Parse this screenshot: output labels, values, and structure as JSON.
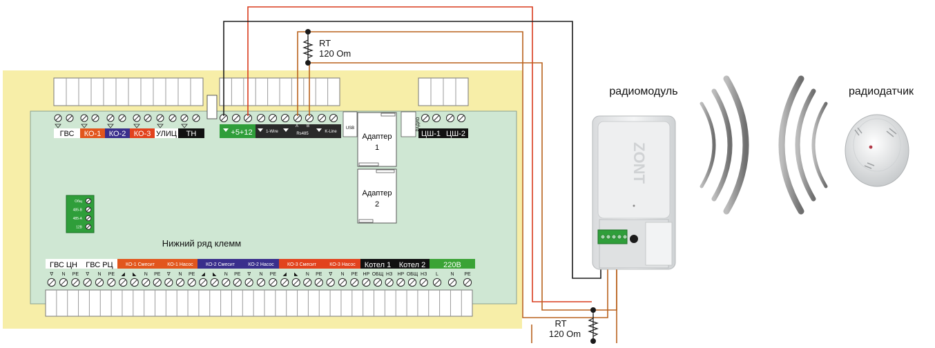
{
  "labels": {
    "rt_top": "RT",
    "rt_top_value": "120 Om",
    "rt_bottom": "RT",
    "rt_bottom_value": "120 Om",
    "radiomodule": "радиомодуль",
    "radiosensor": "радиодатчик",
    "bottom_row": "Нижний ряд клемм",
    "adapter1": "Адаптер",
    "adapter1_num": "1",
    "adapter2": "Адаптер",
    "adapter2_num": "2",
    "radio": "РАДИО",
    "usb": "USB",
    "device_logo": "ZONT"
  },
  "top_terminals": {
    "gvs": "ГВС",
    "ko1": "КО-1",
    "ko2": "КО-2",
    "ko3": "КО-3",
    "ulic": "УЛИЦ",
    "tn": "ТН",
    "power": "+5+12",
    "onewire": "1-Wire",
    "rs485_a": "A",
    "rs485_b": "B",
    "rs485": "Rs485",
    "kline": "K-Line",
    "csh1": "ЦШ-1",
    "csh2": "ЦШ-2"
  },
  "left_block": [
    "Общ",
    "485-B",
    "485-A",
    "12В"
  ],
  "bottom_groups": [
    {
      "label": "ГВС ЦН",
      "color": "#ffffff",
      "text": "#000000"
    },
    {
      "label": "ГВС РЦ",
      "color": "#ffffff",
      "text": "#000000"
    },
    {
      "label": "КО-1 Смесит",
      "color": "#e2561d",
      "text": "#ffffff"
    },
    {
      "label": "КО-1 Насос",
      "color": "#e2561d",
      "text": "#ffffff"
    },
    {
      "label": "КО-2 Смесит",
      "color": "#3a2f8c",
      "text": "#ffffff"
    },
    {
      "label": "КО-2 Насос",
      "color": "#3a2f8c",
      "text": "#ffffff"
    },
    {
      "label": "КО-3 Смесит",
      "color": "#e2421d",
      "text": "#ffffff"
    },
    {
      "label": "КО-3 Насос",
      "color": "#e2421d",
      "text": "#ffffff"
    },
    {
      "label": "Котел 1",
      "color": "#111111",
      "text": "#ffffff"
    },
    {
      "label": "Котел 2",
      "color": "#111111",
      "text": "#ffffff"
    },
    {
      "label": "220В",
      "color": "#3aa335",
      "text": "#ffffff"
    }
  ],
  "bottom_pins": {
    "gvs_cn": [
      "∇",
      "N",
      "PE"
    ],
    "gvs_rc": [
      "∇",
      "N",
      "PE"
    ],
    "ko_mix": [
      "◢",
      "◣",
      "N",
      "PE"
    ],
    "ko_pump": [
      "∇",
      "N",
      "PE"
    ],
    "boiler": [
      "НР",
      "ОБЩ",
      "НЗ"
    ],
    "power": [
      "L",
      "N",
      "PE"
    ]
  },
  "colors": {
    "housing": "#f7eea8",
    "board": "#cfe7d3",
    "wire_red": "#d93a1c",
    "wire_black": "#1a1a1a",
    "wire_brown": "#b8611c",
    "terminal_green": "#2f9e3a"
  }
}
